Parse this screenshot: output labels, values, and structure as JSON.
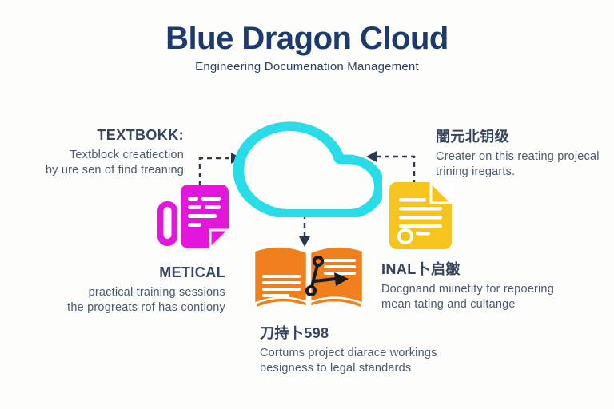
{
  "header": {
    "title": "Blue Dragon Cloud",
    "subtitle": "Engineering Documenation Management"
  },
  "colors": {
    "background": "#fdfdfb",
    "title_navy": "#1c3a6e",
    "heading_text": "#36445c",
    "body_text": "#4a596e",
    "connector": "#2c3850",
    "cloud_cyan": "#29dde8",
    "doc_magenta": "#e316dc",
    "doc_yellow": "#f6c41d",
    "book_orange": "#f0801e",
    "graph_black": "#1a1a1a",
    "line_white": "#ffffff"
  },
  "icons": {
    "cloud": "cloud-outline",
    "left_document": "document-with-pen",
    "right_document": "document-with-seal",
    "book": "open-book-with-flowchart",
    "connectors": "dashed-arrows-into-cloud-and-book"
  },
  "blocks": {
    "textbokk": {
      "heading": "TEXTBOKK:",
      "line1": "Textblock creatiection",
      "line2": "by ure sen of find treaning"
    },
    "creater": {
      "heading": "闇元北钥级",
      "line1": "Creater on this reating projecal",
      "line2": "trining iregarts."
    },
    "metical": {
      "heading": "METICAL",
      "line1": "practical training sessions",
      "line2": "the progreats rof has contiony"
    },
    "inal": {
      "heading": "INAL卜启皺",
      "line1": "Docgnand miinetity for repoering",
      "line2": "mean tating and cultange"
    },
    "book": {
      "heading": "刀持卜598",
      "line1": "Cortums project diarace workings",
      "line2": "besigness to legal standards"
    }
  }
}
